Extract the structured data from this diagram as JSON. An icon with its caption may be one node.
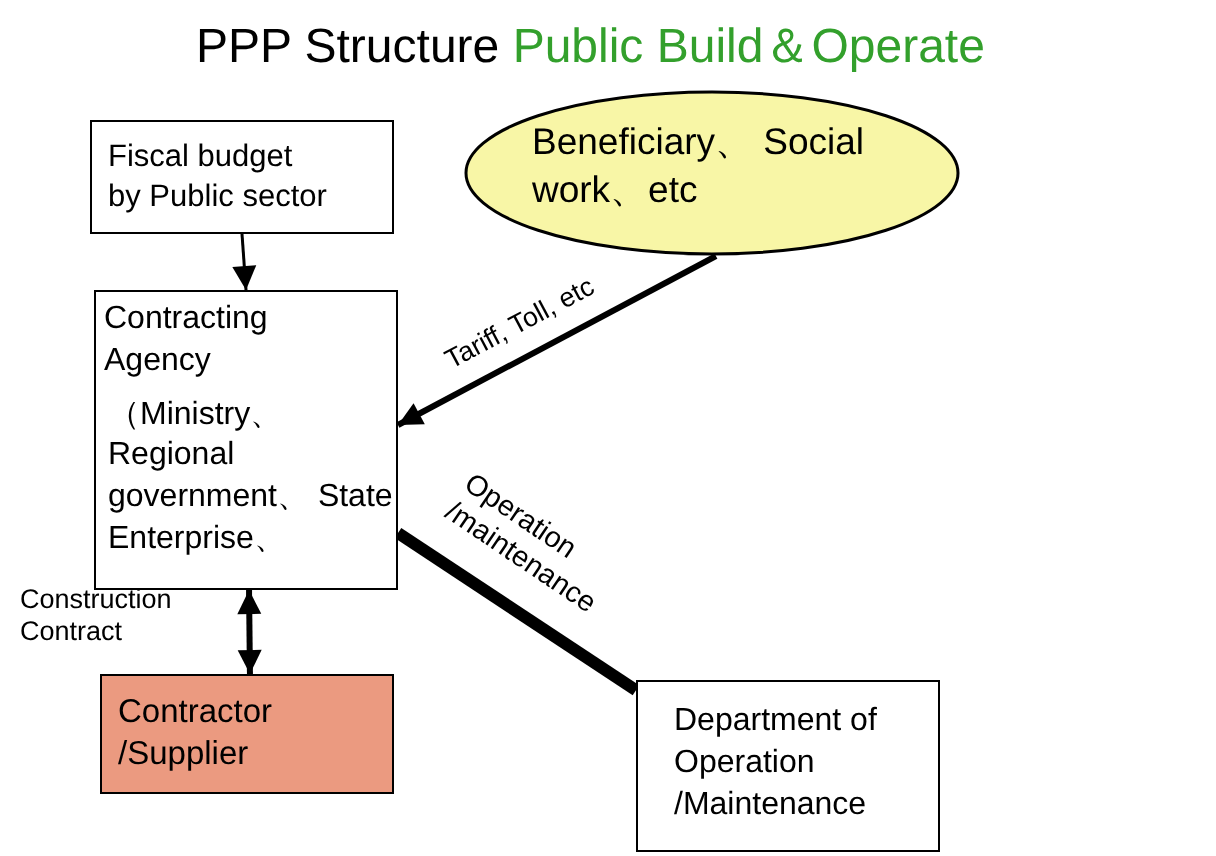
{
  "diagram": {
    "title": "PPP Structure",
    "nodes": [
      {
        "text": [
          "Fiscal budget by Public sector"
        ]
      },
      {
        "text": [
          "Beneficiary、 Social work、etc"
        ]
      },
      {
        "text": [
          "Contracting Agency",
          "（Ministry、 Regional government、 State Enterprise、"
        ]
      },
      {
        "text": [
          "Contractor /Supplier"
        ]
      },
      {
        "text": [
          "Department of Operation /Maintenance"
        ]
      }
    ],
    "edges": [
      {
        "from": 0,
        "to": 2,
        "arrow": "to"
      },
      {
        "from": 1,
        "to": 2,
        "arrow": "to",
        "label": "Tariff, Toll, etc"
      },
      {
        "from": 2,
        "to": 3,
        "arrow": "both",
        "label": "Construction Contract"
      },
      {
        "from": 2,
        "to": 4,
        "arrow": "none",
        "label": "Operation /maintenance",
        "style": "thick"
      }
    ],
    "labels": [
      "Public Build＆Operate"
    ]
  }
}
